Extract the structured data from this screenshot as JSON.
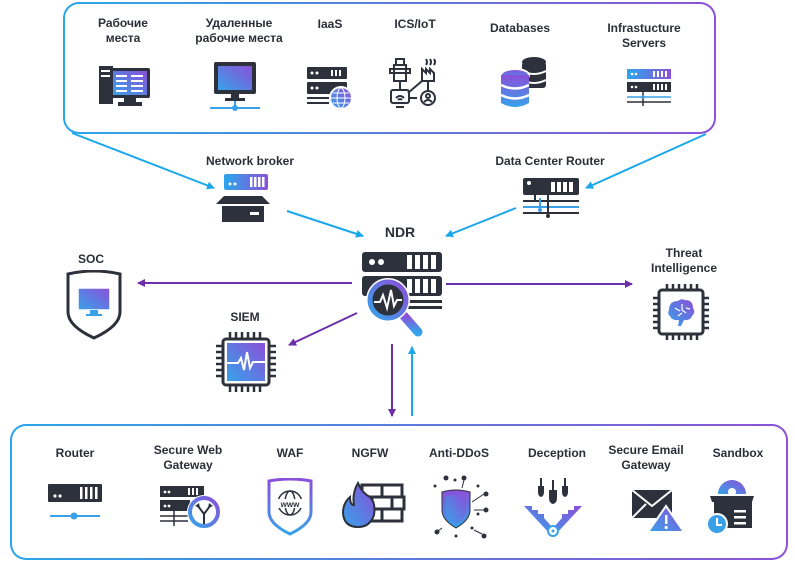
{
  "colors": {
    "ingest_arrow": "#1aa7ec",
    "output_arrow": "#6b2fa8",
    "icon_dark": "#2d313b",
    "gradient_start": "#3aa0e8",
    "gradient_end": "#8a4fd8"
  },
  "center": {
    "label": "NDR",
    "icon": "server-magnifier-pulse-icon"
  },
  "sources": [
    {
      "label": "Рабочие\nместа",
      "icon": "workstation-icon"
    },
    {
      "label": "Удаленные\nрабочие места",
      "icon": "remote-monitor-network-icon"
    },
    {
      "label": "IaaS",
      "icon": "server-globe-icon"
    },
    {
      "label": "ICS/IoT",
      "icon": "industrial-iot-icon"
    },
    {
      "label": "Databases",
      "icon": "database-icon"
    },
    {
      "label": "Infrastucture\nServers",
      "icon": "server-rack-icon"
    }
  ],
  "collectors": [
    {
      "label": "Network broker",
      "icon": "network-broker-icon"
    },
    {
      "label": "Data Center Router",
      "icon": "datacenter-router-icon"
    }
  ],
  "consumers": [
    {
      "label": "SOC",
      "icon": "shield-monitor-icon"
    },
    {
      "label": "SIEM",
      "icon": "chip-pulse-icon"
    },
    {
      "label": "Threat\nIntelligence",
      "icon": "chip-brain-icon"
    }
  ],
  "integrations": [
    {
      "label": "Router",
      "icon": "router-icon"
    },
    {
      "label": "Secure Web\nGateway",
      "icon": "server-route-icon"
    },
    {
      "label": "WAF",
      "icon": "shield-www-icon"
    },
    {
      "label": "NGFW",
      "icon": "fire-wall-icon"
    },
    {
      "label": "Anti-DDoS",
      "icon": "shield-dots-icon"
    },
    {
      "label": "Deception",
      "icon": "trap-icon"
    },
    {
      "label": "Secure Email\nGateway",
      "icon": "mail-warning-icon"
    },
    {
      "label": "Sandbox",
      "icon": "sandbox-box-icon"
    }
  ]
}
